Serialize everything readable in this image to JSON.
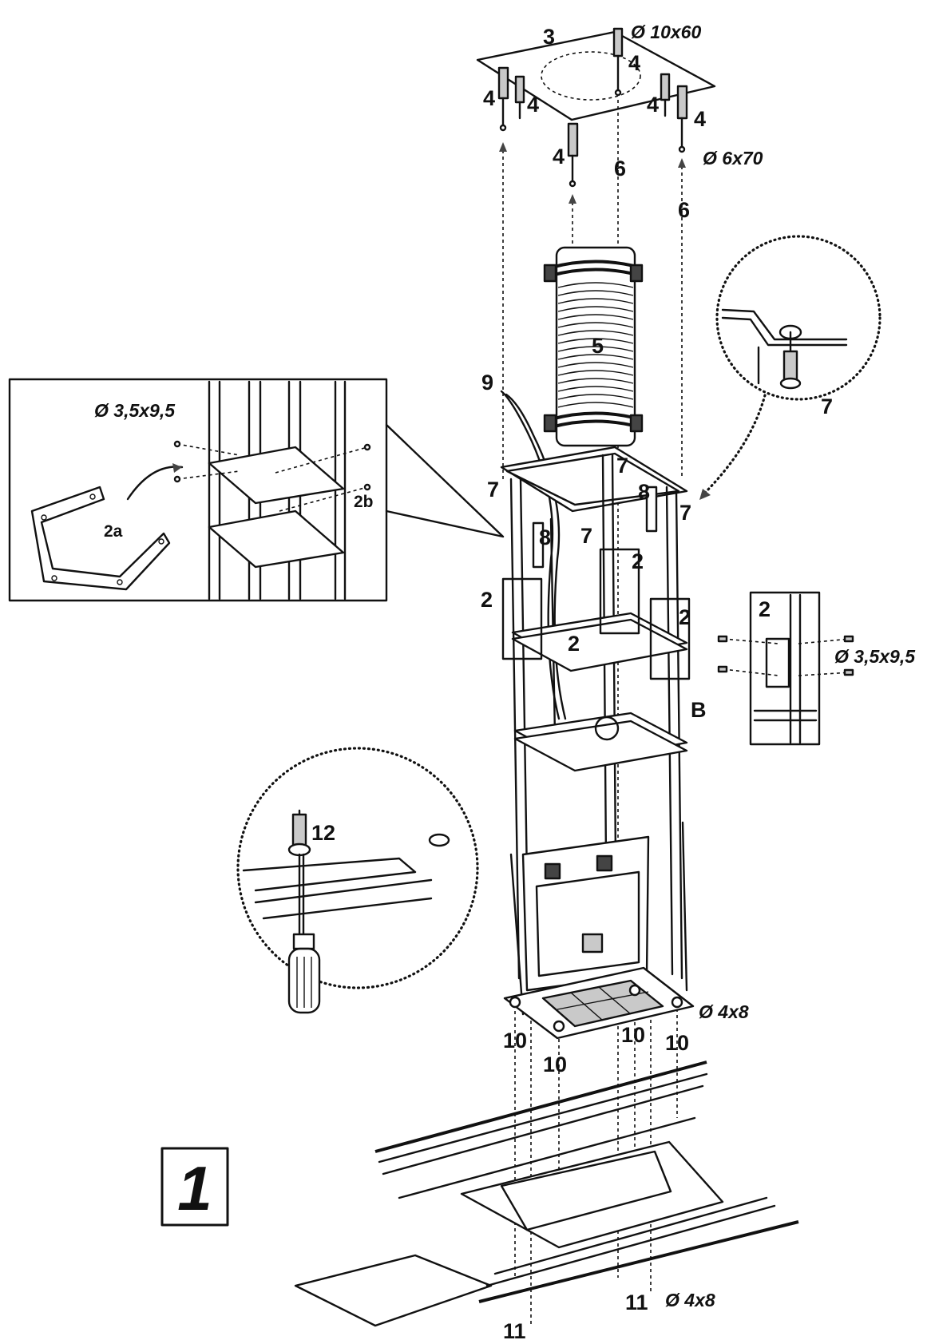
{
  "figure": {
    "step_number": "1"
  },
  "labels": {
    "bolt_top_dim": "Ø 10x60",
    "bolt_side_dim": "Ø 6x70",
    "screw_inset_left_dim": "Ø 3,5x9,5",
    "screw_inset_right_dim": "Ø 3,5x9,5",
    "screw_bottom_dim": "Ø 4x8",
    "screw_base_dim": "Ø 4x8",
    "ceiling_plate": "3",
    "bolt_a": "4",
    "bolt_b": "4",
    "bolt_c": "4",
    "bolt_d": "4",
    "bolt_e": "4",
    "bolt_f": "4",
    "duct": "5",
    "anchor_left": "6",
    "anchor_right": "6",
    "frame_top_left": "7",
    "frame_top_mid": "7",
    "frame_top_right": "7",
    "frame_inner": "7",
    "detail_screw": "7",
    "bracket_left": "8",
    "bracket_right": "8",
    "cable": "9",
    "spacer_a": "2",
    "spacer_b": "2",
    "spacer_c": "2",
    "spacer_d": "2",
    "spacer_inset": "2",
    "inset_part_a": "2a",
    "inset_part_b": "2b",
    "ring_b": "B",
    "foot_a": "10",
    "foot_b": "10",
    "foot_c": "10",
    "foot_d": "10",
    "base_screw_a": "11",
    "base_screw_b": "11",
    "detail_screwdriver": "12"
  }
}
